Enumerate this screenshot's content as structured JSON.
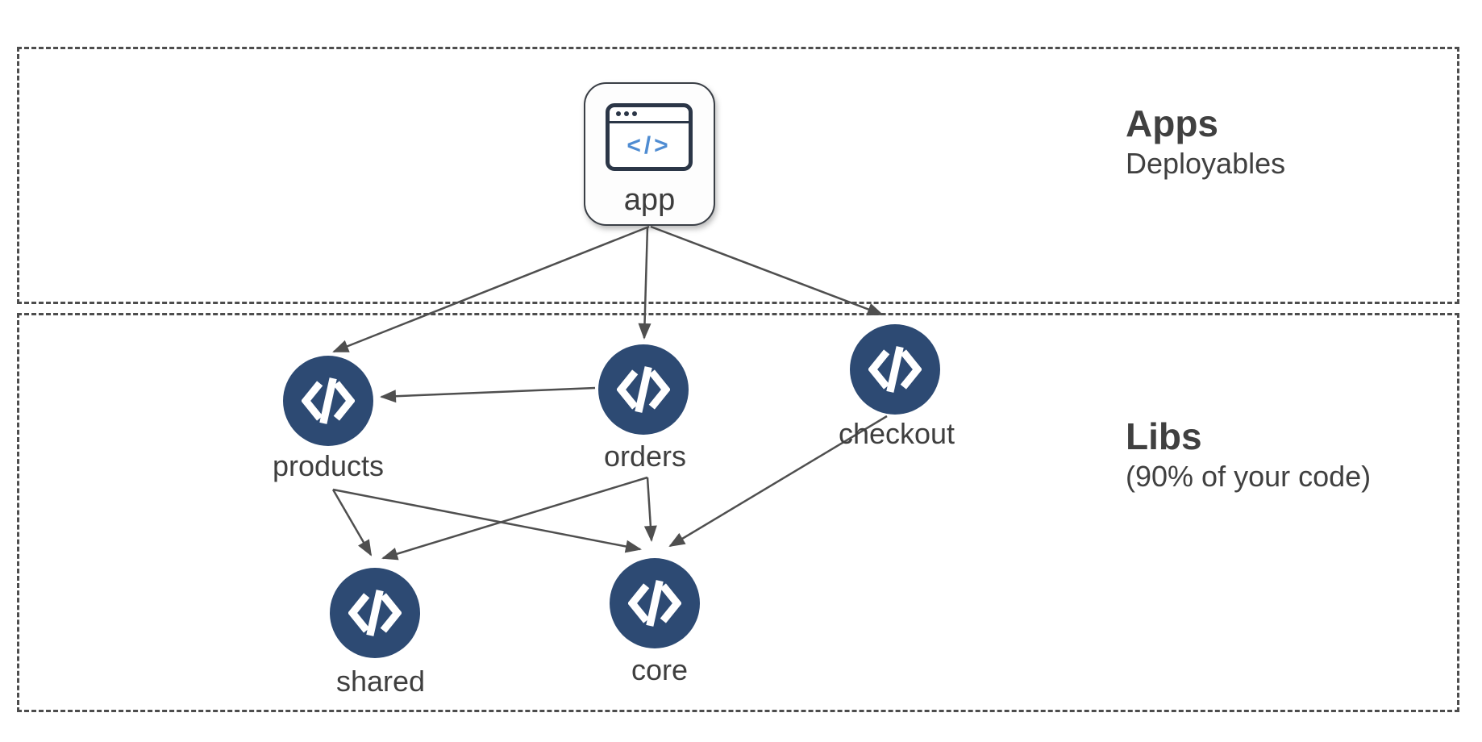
{
  "diagram": {
    "type": "dependency-graph",
    "sections": {
      "apps": {
        "title": "Apps",
        "subtitle": "Deployables"
      },
      "libs": {
        "title": "Libs",
        "subtitle": "(90% of your code)"
      }
    },
    "app_node": {
      "id": "app",
      "label": "app",
      "icon_code_text": "</>"
    },
    "lib_nodes": [
      {
        "id": "products",
        "label": "products"
      },
      {
        "id": "orders",
        "label": "orders"
      },
      {
        "id": "checkout",
        "label": "checkout"
      },
      {
        "id": "shared",
        "label": "shared"
      },
      {
        "id": "core",
        "label": "core"
      }
    ],
    "edges": [
      {
        "from": "app",
        "to": "products"
      },
      {
        "from": "app",
        "to": "orders"
      },
      {
        "from": "app",
        "to": "checkout"
      },
      {
        "from": "orders",
        "to": "products"
      },
      {
        "from": "products",
        "to": "shared"
      },
      {
        "from": "products",
        "to": "core"
      },
      {
        "from": "orders",
        "to": "shared"
      },
      {
        "from": "orders",
        "to": "core"
      },
      {
        "from": "checkout",
        "to": "core"
      }
    ],
    "colors": {
      "node_fill": "#2d4a73",
      "node_glyph": "#ffffff",
      "edge": "#4f4f4f",
      "zone_border": "#4d4d4d",
      "text": "#3f3f3f",
      "app_icon_border": "#2b3647",
      "app_icon_code": "#4f8cd2"
    }
  }
}
